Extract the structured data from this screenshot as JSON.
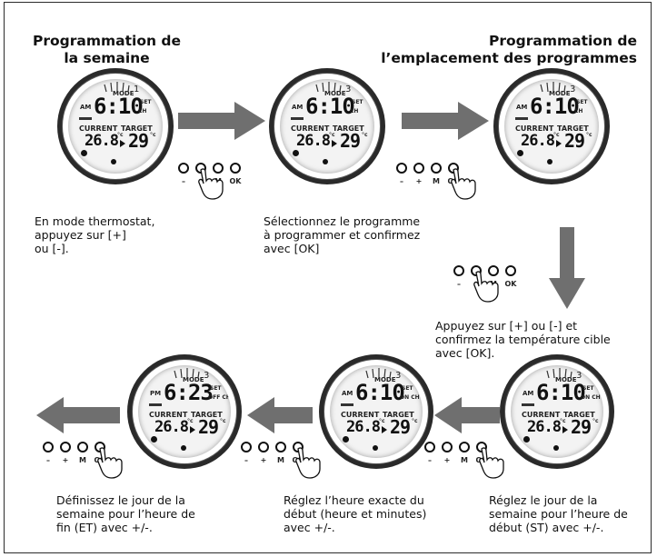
{
  "headings": {
    "left": [
      "Programmation de",
      "la semaine"
    ],
    "right": [
      "Programmation de",
      "l’emplacement des programmes"
    ]
  },
  "captions": {
    "step1": [
      "En mode thermostat,",
      "appuyez sur [+]",
      "ou [-]."
    ],
    "step2": [
      "Sélectionnez le programme",
      "à programmer et confirmez",
      "avec [OK]"
    ],
    "step3": [
      "Appuyez sur [+] ou [-] et",
      "confirmez la température cible",
      "avec [OK]."
    ],
    "step4": [
      "Réglez le jour de la",
      "semaine pour l’heure de",
      "début (ST) avec +/-."
    ],
    "step5": [
      "Réglez l’heure exacte du",
      "début (heure et minutes)",
      "avec +/-."
    ],
    "step6": [
      "Définissez le jour de la",
      "semaine pour l’heure de",
      "fin (ET) avec +/-."
    ]
  },
  "buttons": {
    "labels": [
      "–",
      "+",
      "M",
      "OK"
    ]
  },
  "displays": [
    {
      "mode": "MODE",
      "prog": "1",
      "ampm": "AM",
      "time": "6:10",
      "set": "SET",
      "tag": "CH",
      "current": "CURRENT",
      "target": "TARGET",
      "cur_temp": "26.8",
      "tgt_temp": "29",
      "unit": "°c"
    },
    {
      "mode": "MODE",
      "prog": "3",
      "ampm": "AM",
      "time": "6:10",
      "set": "SET",
      "tag": "CH",
      "current": "CURRENT",
      "target": "TARGET",
      "cur_temp": "26.8",
      "tgt_temp": "29",
      "unit": "°c"
    },
    {
      "mode": "MODE",
      "prog": "3",
      "ampm": "AM",
      "time": "6:10",
      "set": "SET",
      "tag": "CH",
      "current": "CURRENT",
      "target": "TARGET",
      "cur_temp": "26.8",
      "tgt_temp": "29",
      "unit": "°c"
    },
    {
      "mode": "MODE",
      "prog": "3",
      "ampm": "AM",
      "time": "6:10",
      "set": "SET",
      "tag": "ON CH",
      "current": "CURRENT",
      "target": "TARGET",
      "cur_temp": "26.8",
      "tgt_temp": "29",
      "unit": "°c"
    },
    {
      "mode": "MODE",
      "prog": "3",
      "ampm": "AM",
      "time": "6:10",
      "set": "SET",
      "tag": "ON CH",
      "current": "CURRENT",
      "target": "TARGET",
      "cur_temp": "26.8",
      "tgt_temp": "29",
      "unit": "°c"
    },
    {
      "mode": "MODE",
      "prog": "3",
      "ampm": "PM",
      "time": "6:23",
      "set": "SET",
      "tag": "OFF CH",
      "current": "CURRENT",
      "target": "TARGET",
      "cur_temp": "26.8",
      "tgt_temp": "29",
      "unit": "°c"
    }
  ],
  "colors": {
    "arrow": "#6f6f6f",
    "frame": "#2b2b2b",
    "device": "#2a2a2a"
  }
}
